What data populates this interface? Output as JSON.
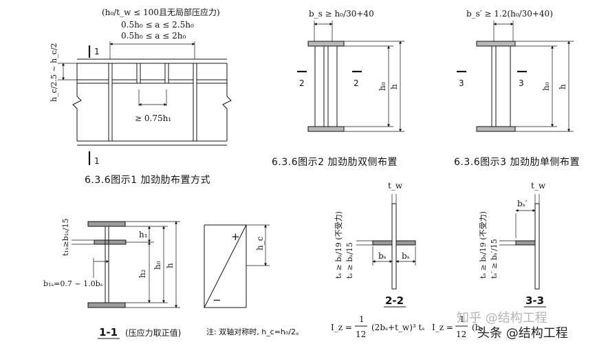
{
  "fig1": {
    "cond1": "(h₀/t_w ≤ 100且无局部压应力)",
    "cond2": "0.5h₀ ≤ a ≤ 2.5h₀",
    "cond3": "0.5h₀ ≤ a ≤ 2h₀",
    "side_dim": "h_c/2.5 ~ h_c/2",
    "spacing": "≥ 0.75h₁",
    "cut_top": "1",
    "cut_bottom": "1",
    "caption": "6.3.6图示1 加劲肋布置方式"
  },
  "fig2": {
    "top_dim": "b_s ≥ h₀/30+40",
    "cut_left": "2",
    "cut_right": "2",
    "h0": "h₀",
    "h": "h",
    "caption": "6.3.6图示2 加劲肋双侧布置"
  },
  "fig3": {
    "top_dim": "b_s′ ≥ 1.2(h₀/30+40)",
    "cut_left": "3",
    "cut_right": "3",
    "h0": "h₀",
    "h": "h",
    "caption": "6.3.6图示3 加劲肋单侧布置"
  },
  "sec11": {
    "t1s": "t₁ₛ≥b₁ₛ/15",
    "b1s": "b₁ₛ=0.7 ~ 1.0bₛ",
    "h1": "h₁",
    "h2": "h₂",
    "h0": "h₀",
    "h": "h",
    "hc": "h_c",
    "plus": "+",
    "minus": "−",
    "label": "1-1",
    "label_note": "(压应力取正值)",
    "note": "注: 双轴对称时, h_c=h₀/2。"
  },
  "sec22": {
    "tw": "t_w",
    "ts1": "tₛ ≥ bₛ/19 (不受力)",
    "ts2": "tₛ ≥ bₛ/15",
    "bs_left": "bₛ",
    "bs_right": "bₛ",
    "label": "2-2",
    "formula_lhs": "I_z =",
    "formula_num": "1",
    "formula_den": "12",
    "formula_rhs": "(2bₛ+t_w)³ tₛ"
  },
  "sec33": {
    "tw": "t_w",
    "bs": "bₛ′",
    "ts1": "tₛ ≥ bₛ/19 (不受力)",
    "ts2": "tₛ′ ≥ bₛ′/15",
    "label": "3-3",
    "formula_lhs": "I_z =",
    "formula_num": "1",
    "formula_den": "12",
    "formula_rhs": "(bₛ"
  },
  "watermark": {
    "zhihu": "知乎 @结构工程",
    "toutiao": "头条 @结构工程"
  }
}
